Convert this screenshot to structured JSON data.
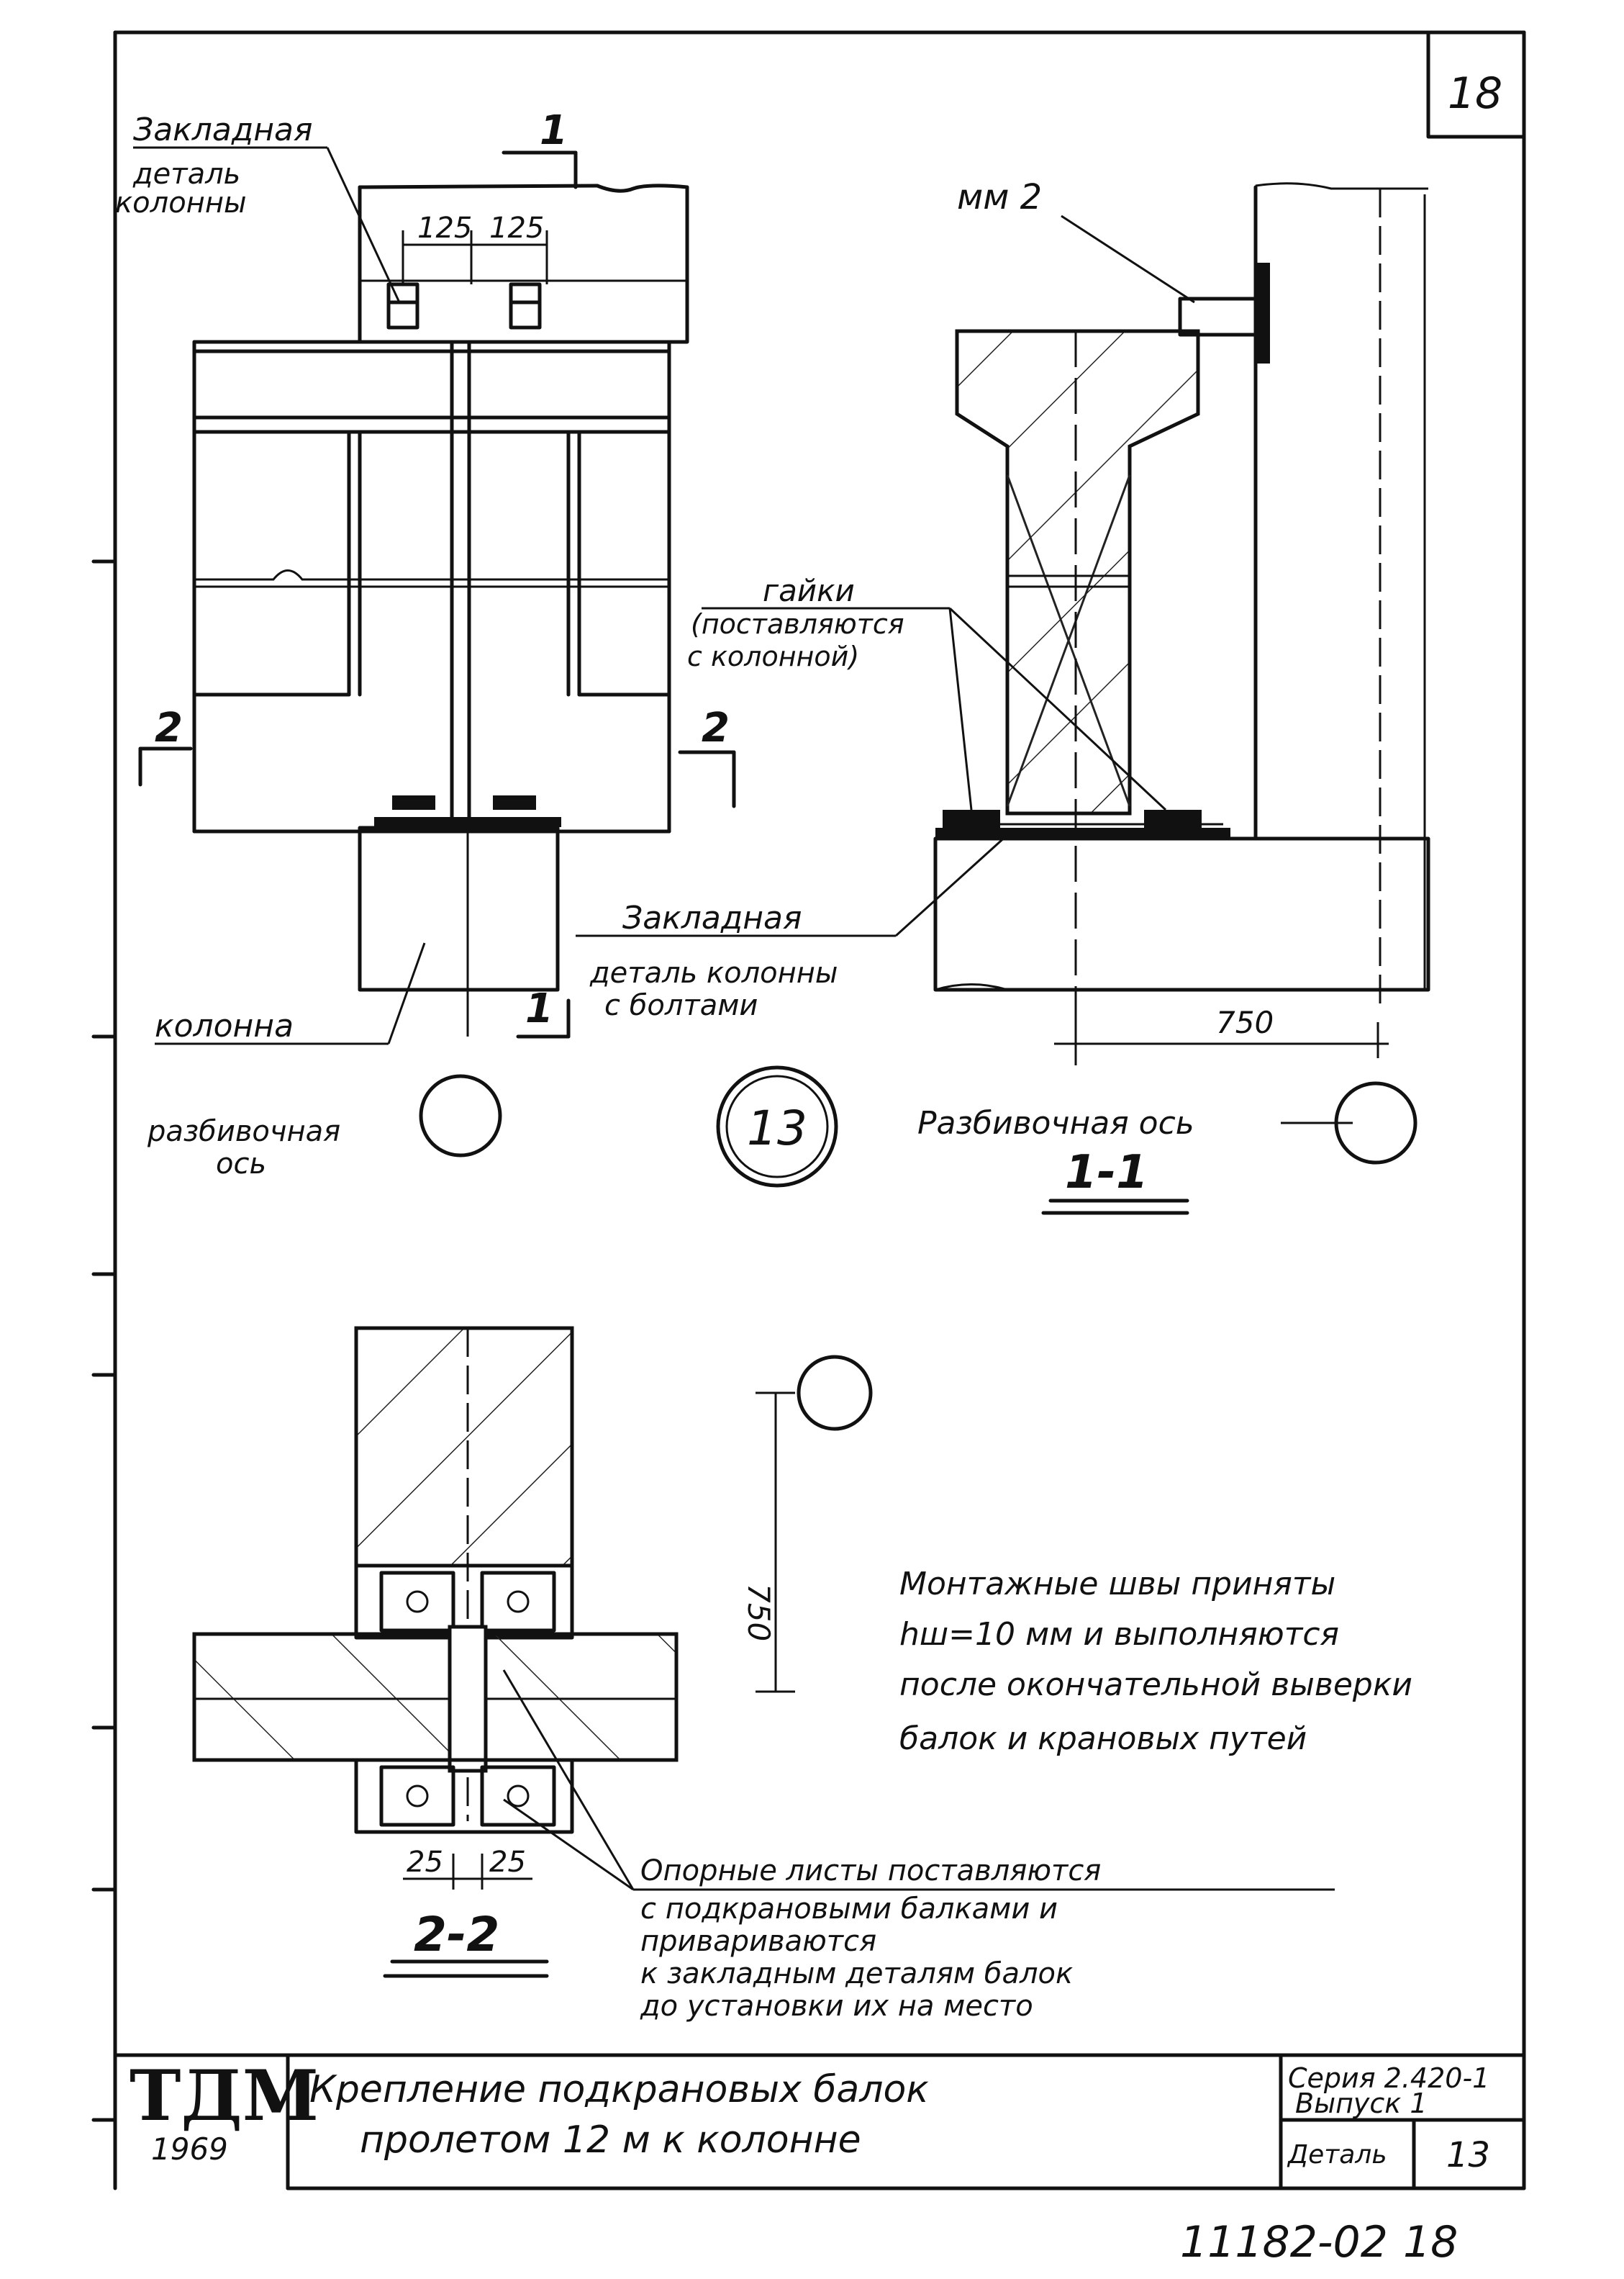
{
  "sheet": {
    "number": "18",
    "footer_code": "11182-02",
    "footer_sheet": "18"
  },
  "detail_marker": "13",
  "axis_marker": "",
  "view_top_left": {
    "label_embedded_top": "Закладная",
    "label_embedded_top_2": "деталь",
    "label_embedded_top_3": "колонны",
    "dim_left": "125",
    "dim_right": "125",
    "section_mark_top": "1",
    "section_mark_bottom": "1",
    "section_mark_left": "2",
    "section_mark_right": "2",
    "label_column": "колонна",
    "label_axis": "разбивочная",
    "label_axis_2": "ось"
  },
  "view_section_1": {
    "label_mm": "мм 2",
    "label_nuts": "гайки",
    "label_nuts_2": "(поставляются",
    "label_nuts_3": "с колонной)",
    "label_embedded": "Закладная",
    "label_embedded_2": "деталь колонны",
    "label_embedded_3": "с болтами",
    "dim_750": "750",
    "label_axis": "Разбивочная ось",
    "title": "1-1"
  },
  "view_section_2": {
    "dim_750": "750",
    "dim_left": "25",
    "dim_right": "25",
    "title": "2-2",
    "note_welds": [
      "Монтажные швы приняты",
      "hш=10 мм и выполняются",
      "после окончательной выверки",
      "балок и крановых путей"
    ],
    "note_plates": [
      "Опорные листы поставляются",
      "с подкрановыми балками и",
      "привариваются",
      "к закладным деталям балок",
      "до установки их на место"
    ]
  },
  "title_block": {
    "org": "ТДМ",
    "year": "1969",
    "title_line_1": "Крепление подкрановых балок",
    "title_line_2": "пролетом 12 м к колонне",
    "series_label": "Серия 2.420-1",
    "issue_label": "Выпуск 1",
    "detail_label": "Деталь",
    "detail_value": "13"
  }
}
